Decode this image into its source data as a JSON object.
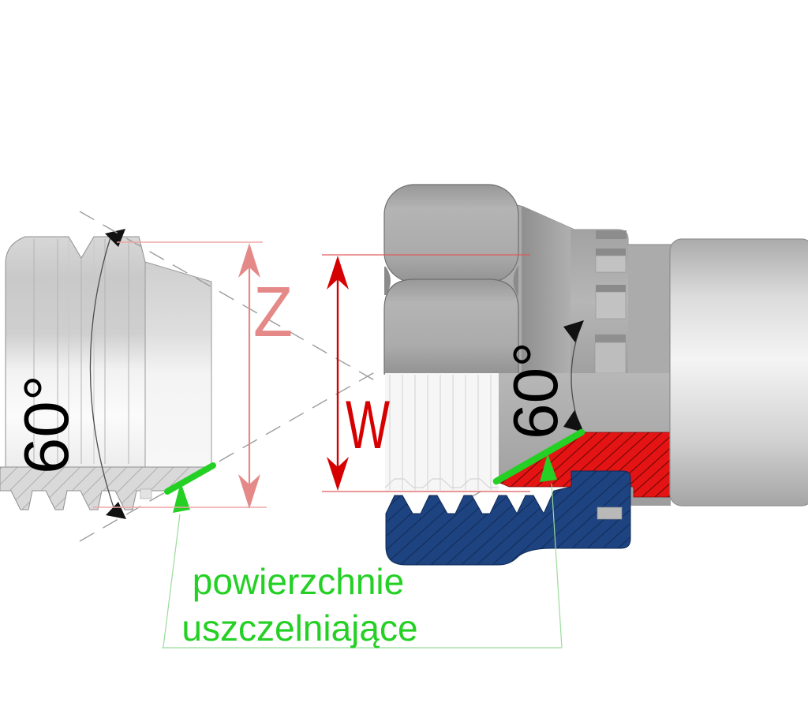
{
  "diagram": {
    "title": "sealing surfaces of 60-degree cone fittings",
    "labels": {
      "dim_z": "Z",
      "dim_w": "W",
      "angle_left": "60°",
      "angle_right": "60°",
      "callout_line1": "powierzchnie",
      "callout_line2": "uszczelniające"
    },
    "colors": {
      "dim_z_pink": "#E58888",
      "dim_w_red": "#D60000",
      "extension_line_pink": "#EFA6A6",
      "extension_line_red": "#E05A5A",
      "seal_highlight_green": "#24D024",
      "leader_green": "#9BDB9B",
      "section_red": "#E51414",
      "section_blue": "#1D4380",
      "angle_text_black": "#000000",
      "construction_dash_gray": "#9C9C9C"
    }
  }
}
